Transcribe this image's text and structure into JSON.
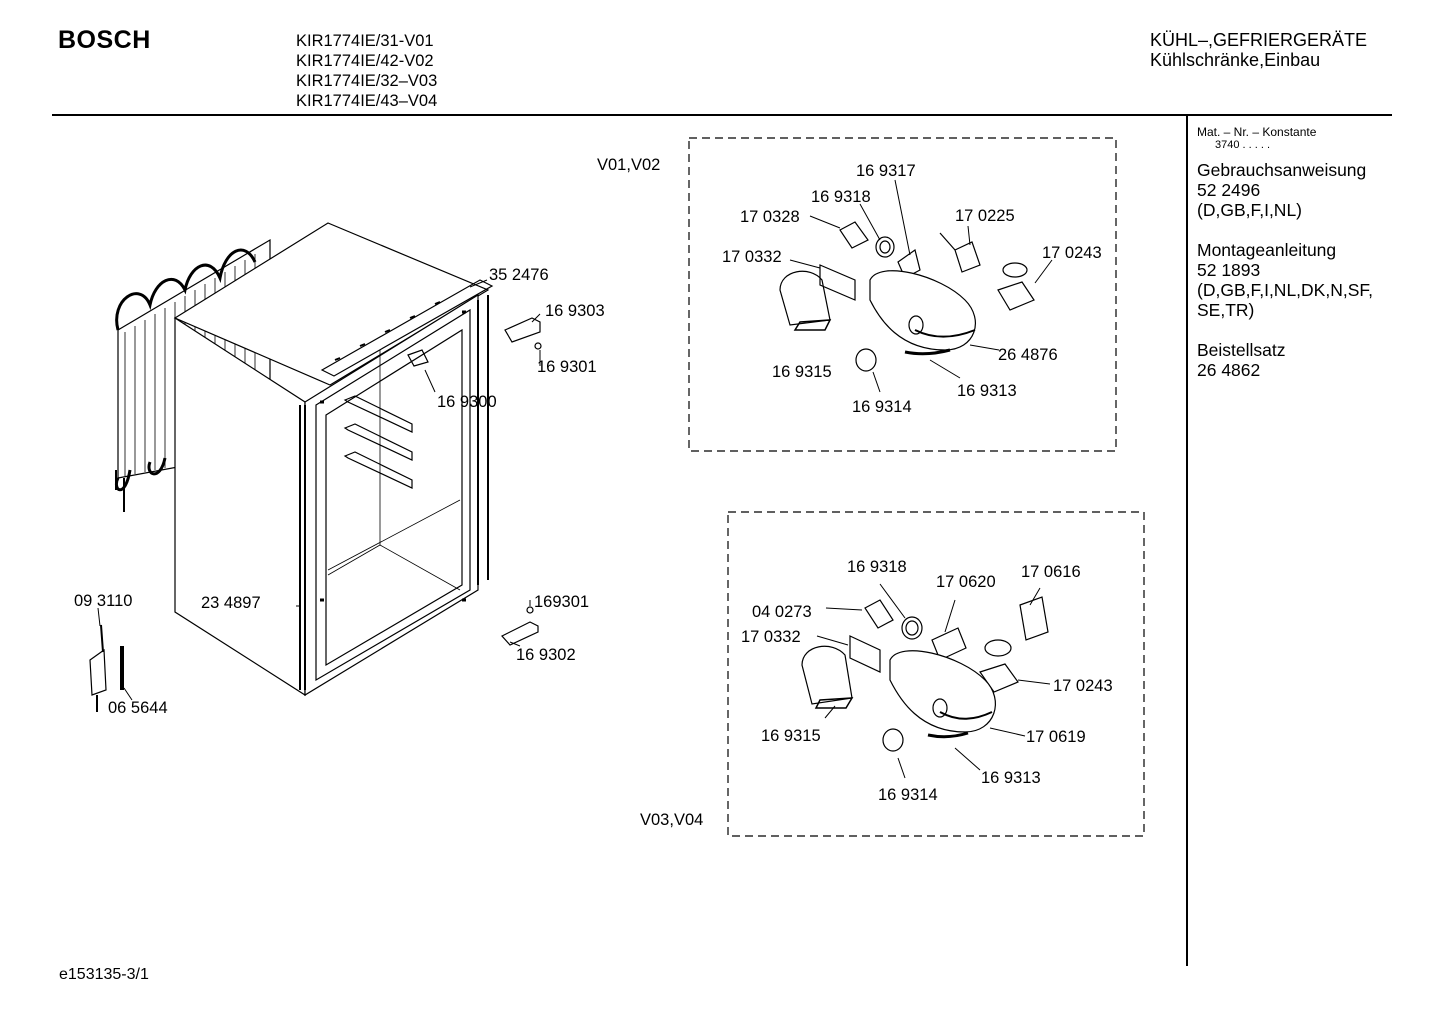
{
  "header": {
    "brand": "BOSCH",
    "models": [
      "KIR1774IE/31-V01",
      "KIR1774IE/42-V02",
      "KIR1774IE/32–V03",
      "KIR1774IE/43–V04"
    ],
    "category": "KÜHL–,GEFRIERGERÄTE",
    "subcategory": "Kühlschränke,Einbau"
  },
  "sidebar": {
    "mat_label": "Mat. – Nr. – Konstante",
    "mat_number": "3740 . . . . .",
    "docs": [
      {
        "title": "Gebrauchsanweisung",
        "number": "52 2496",
        "langs": [
          "(D,GB,F,I,NL)"
        ]
      },
      {
        "title": "Montageanleitung",
        "number": "52 1893",
        "langs": [
          "(D,GB,F,I,NL,DK,N,SF,",
          "SE,TR)"
        ]
      },
      {
        "title": "Beistellsatz",
        "number": "26 4862",
        "langs": []
      }
    ]
  },
  "main_parts": {
    "condenser_bracket": "35 2476",
    "hinge_top": "16 9303",
    "hinge_pin_top": "16 9301",
    "switch": "16 9300",
    "door_seal": "23 4897",
    "hinge_pin_bottom": "169301",
    "hinge_bottom": "16 9302",
    "sensor": "09 3110",
    "drain_tube": "06 5644"
  },
  "box_top": {
    "variant": "V01,V02",
    "parts": {
      "bulb": "17 0328",
      "seal_ring": "16 9318",
      "holder": "16 9317",
      "connector": "17 0225",
      "thermostat": "17 0243",
      "cover_plate": "17 0332",
      "light_housing": "26 4876",
      "lamp_cover": "16 9315",
      "knob": "16 9314",
      "indicator": "16 9313"
    }
  },
  "box_bottom": {
    "variant": "V03,V04",
    "parts": {
      "seal_ring": "16 9318",
      "holder": "17 0620",
      "connector": "17 0616",
      "bulb": "04 0273",
      "cover_plate": "17 0332",
      "thermostat": "17 0243",
      "light_housing": "17 0619",
      "lamp_cover": "16 9315",
      "indicator": "16 9313",
      "knob": "16 9314"
    }
  },
  "footer": {
    "code": "e153135-3/1"
  }
}
